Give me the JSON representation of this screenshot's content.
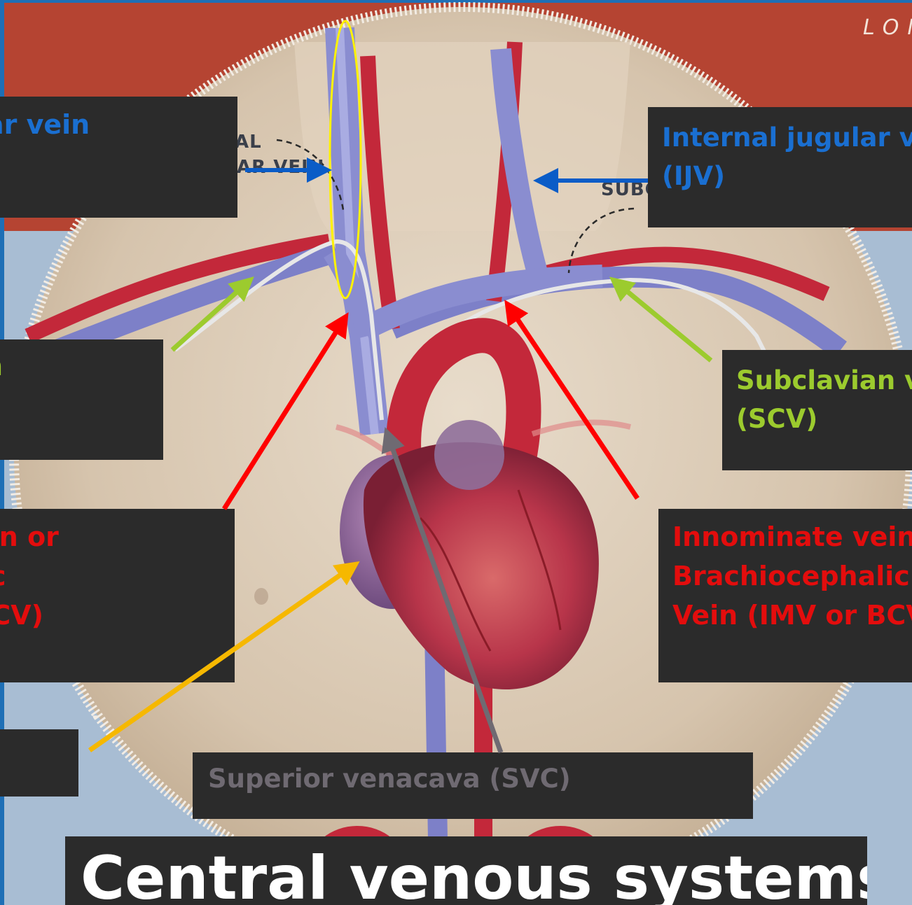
{
  "brand_text": "LON",
  "illustration_labels": {
    "left_fragment_1": "AL",
    "left_fragment_2": "AR VEIN",
    "right_fragment": "SUBC"
  },
  "labels": {
    "ijv_left": {
      "lines": [
        "ar vein"
      ],
      "color": "#1a6fd1"
    },
    "ijv_right": {
      "lines": [
        "Internal jugular vein",
        "(IJV)"
      ],
      "color": "#1a6fd1"
    },
    "scv_left": {
      "lines": [
        "in"
      ],
      "color": "#9ccb2e"
    },
    "scv_right": {
      "lines": [
        "Subclavian vein",
        "(SCV)"
      ],
      "color": "#9ccb2e"
    },
    "innominate_left": {
      "lines": [
        "ein or",
        "lic",
        "SCV)"
      ],
      "color": "#e30d0d"
    },
    "innominate_right": {
      "lines": [
        "Innominate vein or",
        "Brachiocephalic",
        "Vein (IMV or BCV)"
      ],
      "color": "#e30d0d"
    },
    "svc": {
      "lines": [
        "Superior venacava (SVC)"
      ],
      "color": "#6f6a72"
    }
  },
  "title": "Central venous systems",
  "colors": {
    "label_background": "#2b2b2b",
    "border_blue": "#1e6fb6",
    "ijv_arrow": "#0a5cc7",
    "scv_arrow": "#9ccb2e",
    "innominate_arrow": "#ff0000",
    "svc_arrow": "#6f6a72",
    "heart_arrow": "#f6b800",
    "ijv_highlight": "#fff200"
  }
}
